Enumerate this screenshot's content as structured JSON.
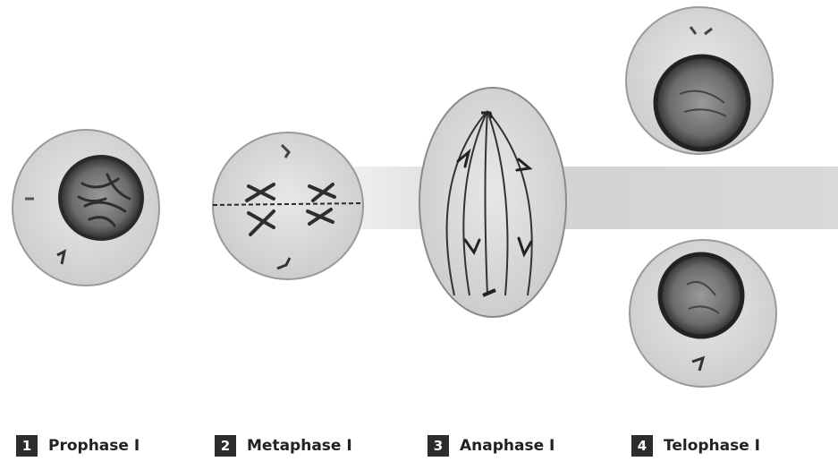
{
  "stages": [
    {
      "number": "1",
      "label": "Prophase I"
    },
    {
      "number": "2",
      "label": "Metaphase I"
    },
    {
      "number": "3",
      "label": "Anaphase I"
    },
    {
      "number": "4",
      "label": "Telophase I"
    }
  ],
  "colors": {
    "cytoplasm": "#d9d9d9",
    "cell_edge": "#9a9a9a",
    "nucleus": "#3a3a3a",
    "nucleus_inner": "#808080",
    "chromosome": "#2e2e2e",
    "band": "#cfcfcf",
    "badge": "#2c2c2c"
  }
}
